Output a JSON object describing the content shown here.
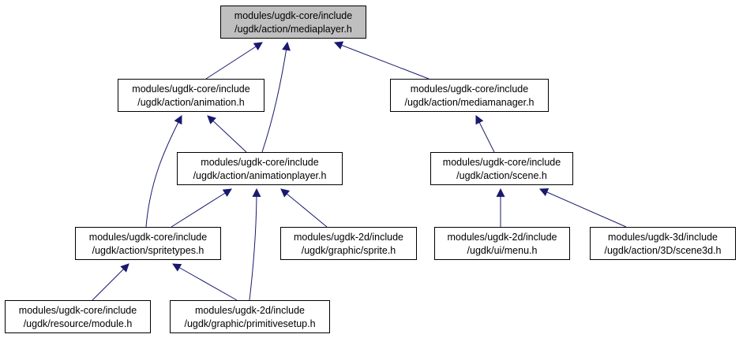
{
  "diagram": {
    "colors": {
      "root_fill": "#bfbfbf",
      "node_fill": "#ffffff",
      "border": "#000000",
      "edge": "#191970"
    },
    "nodes": [
      {
        "id": "mediaplayer",
        "line1": "modules/ugdk-core/include",
        "line2": "/ugdk/action/mediaplayer.h",
        "root": true
      },
      {
        "id": "animation",
        "line1": "modules/ugdk-core/include",
        "line2": "/ugdk/action/animation.h"
      },
      {
        "id": "mediamanager",
        "line1": "modules/ugdk-core/include",
        "line2": "/ugdk/action/mediamanager.h"
      },
      {
        "id": "animationplayer",
        "line1": "modules/ugdk-core/include",
        "line2": "/ugdk/action/animationplayer.h"
      },
      {
        "id": "scene",
        "line1": "modules/ugdk-core/include",
        "line2": "/ugdk/action/scene.h"
      },
      {
        "id": "spritetypes",
        "line1": "modules/ugdk-core/include",
        "line2": "/ugdk/action/spritetypes.h"
      },
      {
        "id": "sprite",
        "line1": "modules/ugdk-2d/include",
        "line2": "/ugdk/graphic/sprite.h"
      },
      {
        "id": "menu",
        "line1": "modules/ugdk-2d/include",
        "line2": "/ugdk/ui/menu.h"
      },
      {
        "id": "scene3d",
        "line1": "modules/ugdk-3d/include",
        "line2": "/ugdk/action/3D/scene3d.h"
      },
      {
        "id": "module",
        "line1": "modules/ugdk-core/include",
        "line2": "/ugdk/resource/module.h"
      },
      {
        "id": "primitivesetup",
        "line1": "modules/ugdk-2d/include",
        "line2": "/ugdk/graphic/primitivesetup.h"
      }
    ],
    "edges": [
      {
        "from": "animation",
        "to": "mediaplayer"
      },
      {
        "from": "animationplayer",
        "to": "mediaplayer"
      },
      {
        "from": "mediamanager",
        "to": "mediaplayer"
      },
      {
        "from": "spritetypes",
        "to": "animation"
      },
      {
        "from": "animationplayer",
        "to": "animation"
      },
      {
        "from": "scene",
        "to": "mediamanager"
      },
      {
        "from": "spritetypes",
        "to": "animationplayer"
      },
      {
        "from": "primitivesetup",
        "to": "animationplayer"
      },
      {
        "from": "sprite",
        "to": "animationplayer"
      },
      {
        "from": "menu",
        "to": "scene"
      },
      {
        "from": "scene3d",
        "to": "scene"
      },
      {
        "from": "module",
        "to": "spritetypes"
      },
      {
        "from": "primitivesetup",
        "to": "spritetypes"
      }
    ]
  }
}
